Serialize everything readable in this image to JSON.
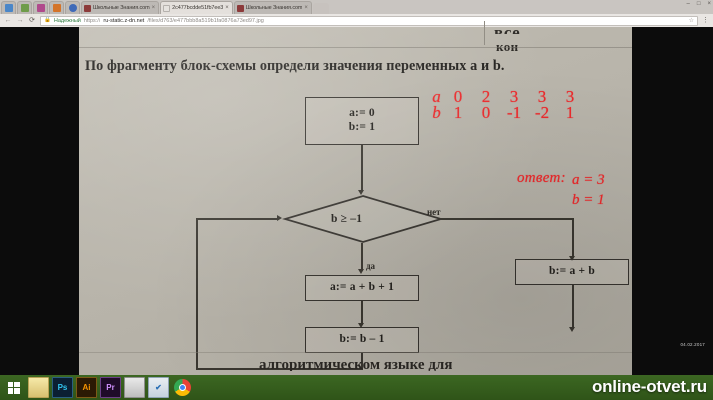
{
  "browser": {
    "pinned_tabs": [
      {
        "name": "pinned-tab-1",
        "color": "#4a86c8"
      },
      {
        "name": "pinned-tab-2",
        "color": "#6f9c4a"
      },
      {
        "name": "pinned-tab-3",
        "color": "#b04a8c"
      },
      {
        "name": "pinned-tab-4",
        "color": "#d4742a"
      },
      {
        "name": "pinned-tab-5",
        "color": "#3f6ab8"
      }
    ],
    "tabs": [
      {
        "label": "Школьные Знания.com",
        "favicon_color": "#8c3a3a",
        "active": false,
        "close_glyph": "×"
      },
      {
        "label": "2c477bcdde51fb7ee3",
        "favicon_color": "#e6e3df",
        "active": true,
        "close_glyph": "×"
      },
      {
        "label": "Школьные Знания.com",
        "favicon_color": "#8c3a3a",
        "active": false,
        "close_glyph": "×"
      }
    ],
    "new_tab_glyph": "",
    "window_controls": [
      "–",
      "□",
      "×"
    ],
    "nav": {
      "back_glyph": "←",
      "forward_glyph": "→",
      "reload_glyph": "⟳"
    },
    "omnibox": {
      "lock_glyph": "🔒",
      "secure_label": "Надежный",
      "url_scheme": "https://",
      "url_host": "ru-static.z-dn.net",
      "url_path": "/files/d763/e477bbb8a519b1fa0876a73ed97.jpg",
      "star_glyph": "☆",
      "menu_glyph": "⋮"
    }
  },
  "page": {
    "cut_top_text": "все",
    "cut_top_text2": "кон",
    "question_title_part1": "По фрагменту блок-схемы определи  значения переменных ",
    "question_title_part2": "a и b.",
    "bottom_cut_text": "алгоритмическом языке для"
  },
  "flowchart": {
    "box_init_line1": "a:= 0",
    "box_init_line2": "b:= 1",
    "condition": "b ≥ –1",
    "label_no": "нет",
    "label_yes": "да",
    "box_true_1": "a:= a + b + 1",
    "box_true_2": "b:= b – 1",
    "box_false": "b:= a + b"
  },
  "annotations": {
    "trace_table": {
      "row_a_label": "a",
      "row_b_label": "b",
      "row_a_values": [
        "0",
        "2",
        "3",
        "3",
        "3"
      ],
      "row_b_values": [
        "1",
        "0",
        "-1",
        "-2",
        "1"
      ]
    },
    "answer_word": "ответ:",
    "answer_a": "a = 3",
    "answer_b": "b = 1",
    "ink_color": "#ec2a2c"
  },
  "taskbar": {
    "start_name": "start-button",
    "items": [
      {
        "name": "taskbar-file-explorer",
        "label": ""
      },
      {
        "name": "taskbar-photoshop",
        "label": "Ps"
      },
      {
        "name": "taskbar-illustrator",
        "label": "Ai"
      },
      {
        "name": "taskbar-premiere",
        "label": "Pr"
      },
      {
        "name": "taskbar-explorer-window",
        "label": ""
      },
      {
        "name": "taskbar-antivirus",
        "label": "✔"
      },
      {
        "name": "taskbar-chrome",
        "label": ""
      }
    ]
  },
  "watermark": {
    "text": "online-otvet.ru"
  },
  "timestamp": {
    "text": "04.02.2017"
  }
}
